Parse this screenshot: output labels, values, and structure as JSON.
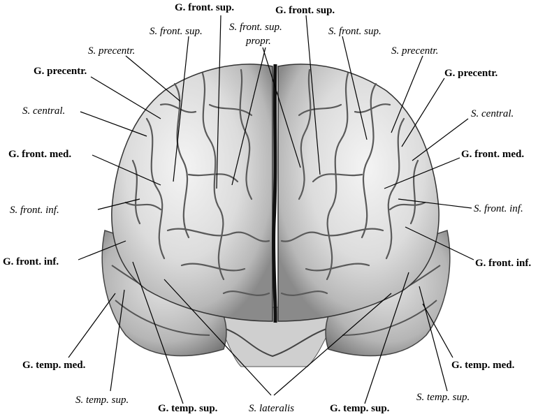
{
  "labels": {
    "g_front_sup_left": "G. front. sup.",
    "g_front_sup_right": "G. front. sup.",
    "s_front_sup_left": "S. front. sup.",
    "s_front_sup_propr": "S. front. sup.",
    "s_front_sup_propr_2": "propr.",
    "s_front_sup_right": "S. front. sup.",
    "s_precentr_left": "S. precentr.",
    "s_precentr_right": "S. precentr.",
    "g_precentr_left": "G. precentr.",
    "g_precentr_right": "G. precentr.",
    "s_central_left": "S. central.",
    "s_central_right": "S. central.",
    "g_front_med_left": "G. front. med.",
    "g_front_med_right": "G. front. med.",
    "s_front_inf_left": "S. front. inf.",
    "s_front_inf_right": "S. front. inf.",
    "g_front_inf_left": "G. front. inf.",
    "g_front_inf_right": "G. front. inf.",
    "g_temp_med_left": "G. temp. med.",
    "g_temp_med_right": "G. temp. med.",
    "s_temp_sup_left": "S. temp. sup.",
    "s_temp_sup_right": "S. temp. sup.",
    "g_temp_sup_left": "G. temp. sup.",
    "g_temp_sup_right": "G. temp. sup.",
    "s_lateralis": "S. lateralis"
  },
  "colors": {
    "background": "#ffffff",
    "brain_light": "#e8e8e8",
    "brain_mid": "#bdbdbd",
    "brain_dark": "#6e6e6e",
    "fissure": "#1a1a1a",
    "leader_line": "#000000"
  }
}
